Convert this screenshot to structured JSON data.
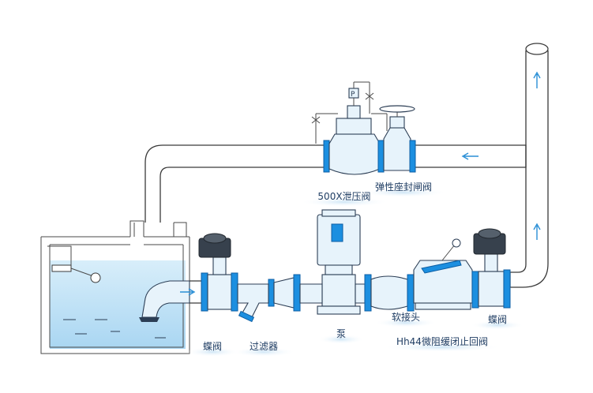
{
  "labels": {
    "pressure_relief_valve": "500X泄压阀",
    "resilient_gate_valve": "弹性座封闸阀",
    "flexible_joint": "软接头",
    "butterfly_valve_right": "蝶阀",
    "butterfly_valve_left": "蝶阀",
    "filter": "过滤器",
    "pump": "泵",
    "check_valve": "Hh44微阻缓闭止回阀"
  },
  "colors": {
    "water": "#bfe3f7",
    "pipe_fill": "#ffffff",
    "pipe_stroke": "#3a3a3a",
    "flow_arrow": "#2a8fd6",
    "accent_blue": "#1c8fe0",
    "label_text": "#1f3d63",
    "label_shadow": "#d7eaf7"
  },
  "icons": {
    "flow_arrow": "arrow-icon",
    "handwheel": "handwheel-icon",
    "motor": "motor-icon"
  }
}
